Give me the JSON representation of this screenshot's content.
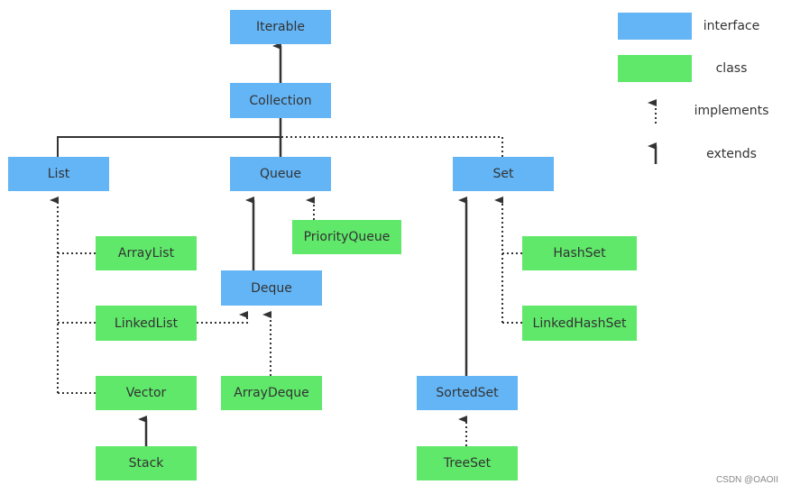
{
  "colors": {
    "interface": "#64b5f6",
    "class": "#5fe86a",
    "line": "#333333"
  },
  "nodes": {
    "iterable": {
      "label": "Iterable",
      "kind": "interface"
    },
    "collection": {
      "label": "Collection",
      "kind": "interface"
    },
    "list": {
      "label": "List",
      "kind": "interface"
    },
    "queue": {
      "label": "Queue",
      "kind": "interface"
    },
    "set": {
      "label": "Set",
      "kind": "interface"
    },
    "priority_queue": {
      "label": "PriorityQueue",
      "kind": "class"
    },
    "deque": {
      "label": "Deque",
      "kind": "interface"
    },
    "array_list": {
      "label": "ArrayList",
      "kind": "class"
    },
    "linked_list": {
      "label": "LinkedList",
      "kind": "class"
    },
    "vector": {
      "label": "Vector",
      "kind": "class"
    },
    "stack": {
      "label": "Stack",
      "kind": "class"
    },
    "array_deque": {
      "label": "ArrayDeque",
      "kind": "class"
    },
    "hash_set": {
      "label": "HashSet",
      "kind": "class"
    },
    "linked_hash_set": {
      "label": "LinkedHashSet",
      "kind": "class"
    },
    "sorted_set": {
      "label": "SortedSet",
      "kind": "interface"
    },
    "tree_set": {
      "label": "TreeSet",
      "kind": "class"
    }
  },
  "legend": {
    "interface_label": "interface",
    "class_label": "class",
    "implements_label": "implements",
    "extends_label": "extends"
  },
  "watermark": "CSDN @OAOII"
}
